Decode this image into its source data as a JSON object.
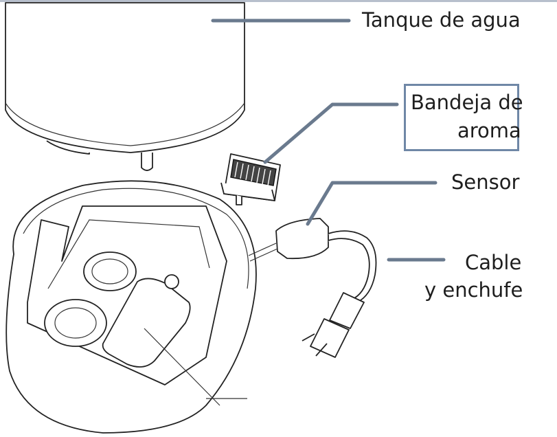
{
  "labels": {
    "water_tank": "Tanque de agua",
    "aroma_tray_line1": "Bandeja de",
    "aroma_tray_line2": "aroma",
    "sensor": "Sensor",
    "cable_line1": "Cable",
    "cable_line2": "y enchufe"
  },
  "colors": {
    "leader_line": "#6a7a8e",
    "callout_border": "#6f87a6",
    "text": "#1e1e1e"
  }
}
